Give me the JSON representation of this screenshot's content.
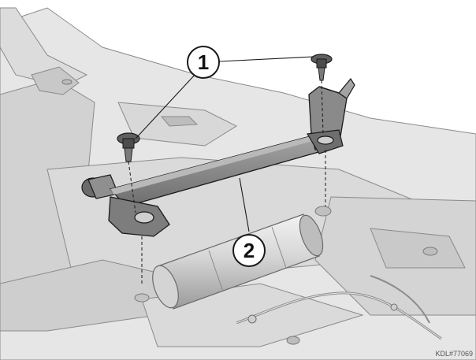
{
  "diagram": {
    "callouts": [
      {
        "id": "1",
        "label": "1",
        "meaning": "bolt"
      },
      {
        "id": "2",
        "label": "2",
        "meaning": "bracket"
      }
    ],
    "reference_code": "KDL#77069",
    "colors": {
      "line": "#1a1a1a",
      "body_light": "#e9e9e9",
      "body_mid": "#cfcfcf",
      "body_dark": "#a9a9a9",
      "bracket": "#8d8d8d",
      "bracket_dark": "#4e4e4e"
    }
  }
}
